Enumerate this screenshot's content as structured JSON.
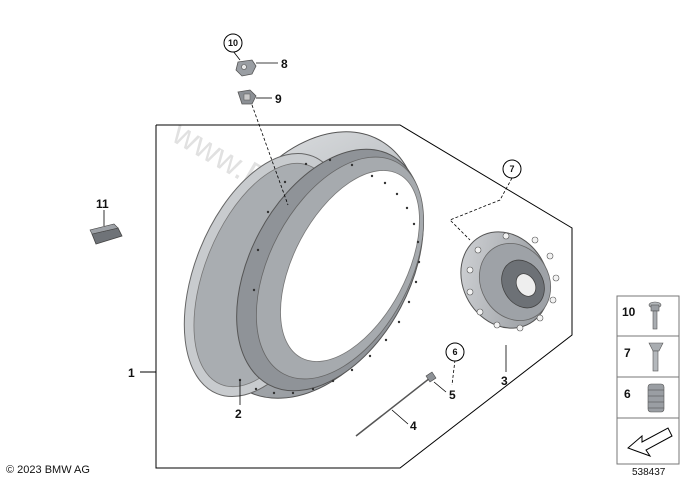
{
  "callouts": {
    "c1": "1",
    "c2": "2",
    "c3": "3",
    "c4": "4",
    "c5": "5",
    "c6": "6",
    "c7": "7",
    "c8": "8",
    "c9": "9",
    "c10": "10",
    "c11": "11"
  },
  "legend": {
    "row1": "10",
    "row2": "7",
    "row3": "6"
  },
  "watermark": "www.BMWstore.pl",
  "copyright": "© 2023 BMW AG",
  "diagram_number": "538437",
  "colors": {
    "rim": "#b9bcc0",
    "rim_dark": "#7d8186",
    "hub": "#a7abb0",
    "line": "#000000"
  }
}
